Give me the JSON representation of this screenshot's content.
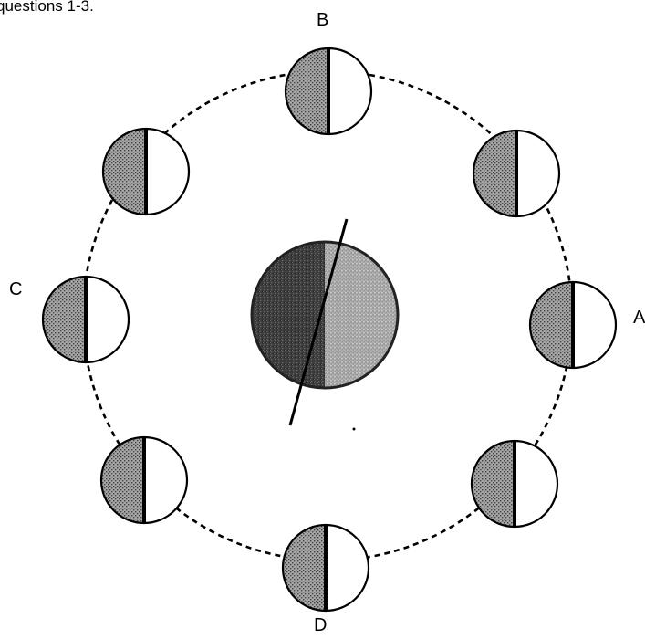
{
  "header_fragment": "questions 1-3.",
  "labels": {
    "a": "A",
    "b": "B",
    "c": "C",
    "d": "D"
  },
  "colors": {
    "line": "#000000",
    "shade": "#8a8a8a",
    "earth_dark": "#3a3a3a",
    "earth_light": "#a8a8a8",
    "lit": "#ffffff"
  }
}
